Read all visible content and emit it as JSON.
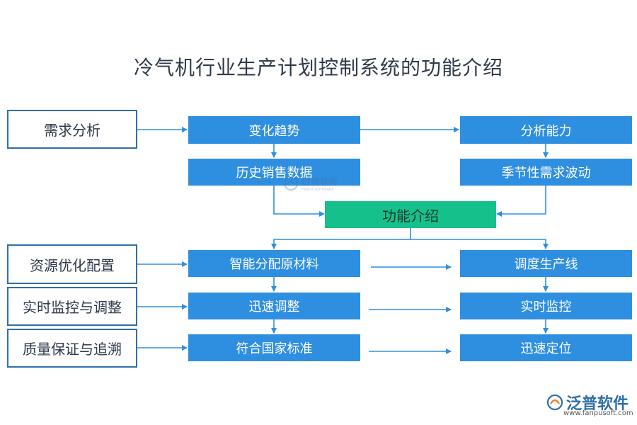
{
  "title": "冷气机行业生产计划控制系统的功能介绍",
  "left_labels": {
    "demand": "需求分析",
    "resource": "资源优化配置",
    "monitor": "实时监控与调整",
    "quality": "质量保证与追溯"
  },
  "nodes": {
    "change_trend": "变化趋势",
    "analysis": "分析能力",
    "history": "历史销售数据",
    "seasonal": "季节性需求波动",
    "center": "功能介绍",
    "smart_alloc": "智能分配原材料",
    "schedule": "调度生产线",
    "quick_adjust": "迅速调整",
    "realtime": "实时监控",
    "standard": "符合国家标准",
    "locate": "迅速定位"
  },
  "watermark": {
    "center_text": "泛普软件",
    "center_sub": "FANPU SOFTWARE",
    "logo_text": "泛普软件",
    "logo_url": "www.fanpusoft.com"
  },
  "colors": {
    "blue_box": "#2e8fe0",
    "green_box": "#16c08a",
    "outline": "#2f6fa8",
    "arrow": "#2e8fe0"
  }
}
